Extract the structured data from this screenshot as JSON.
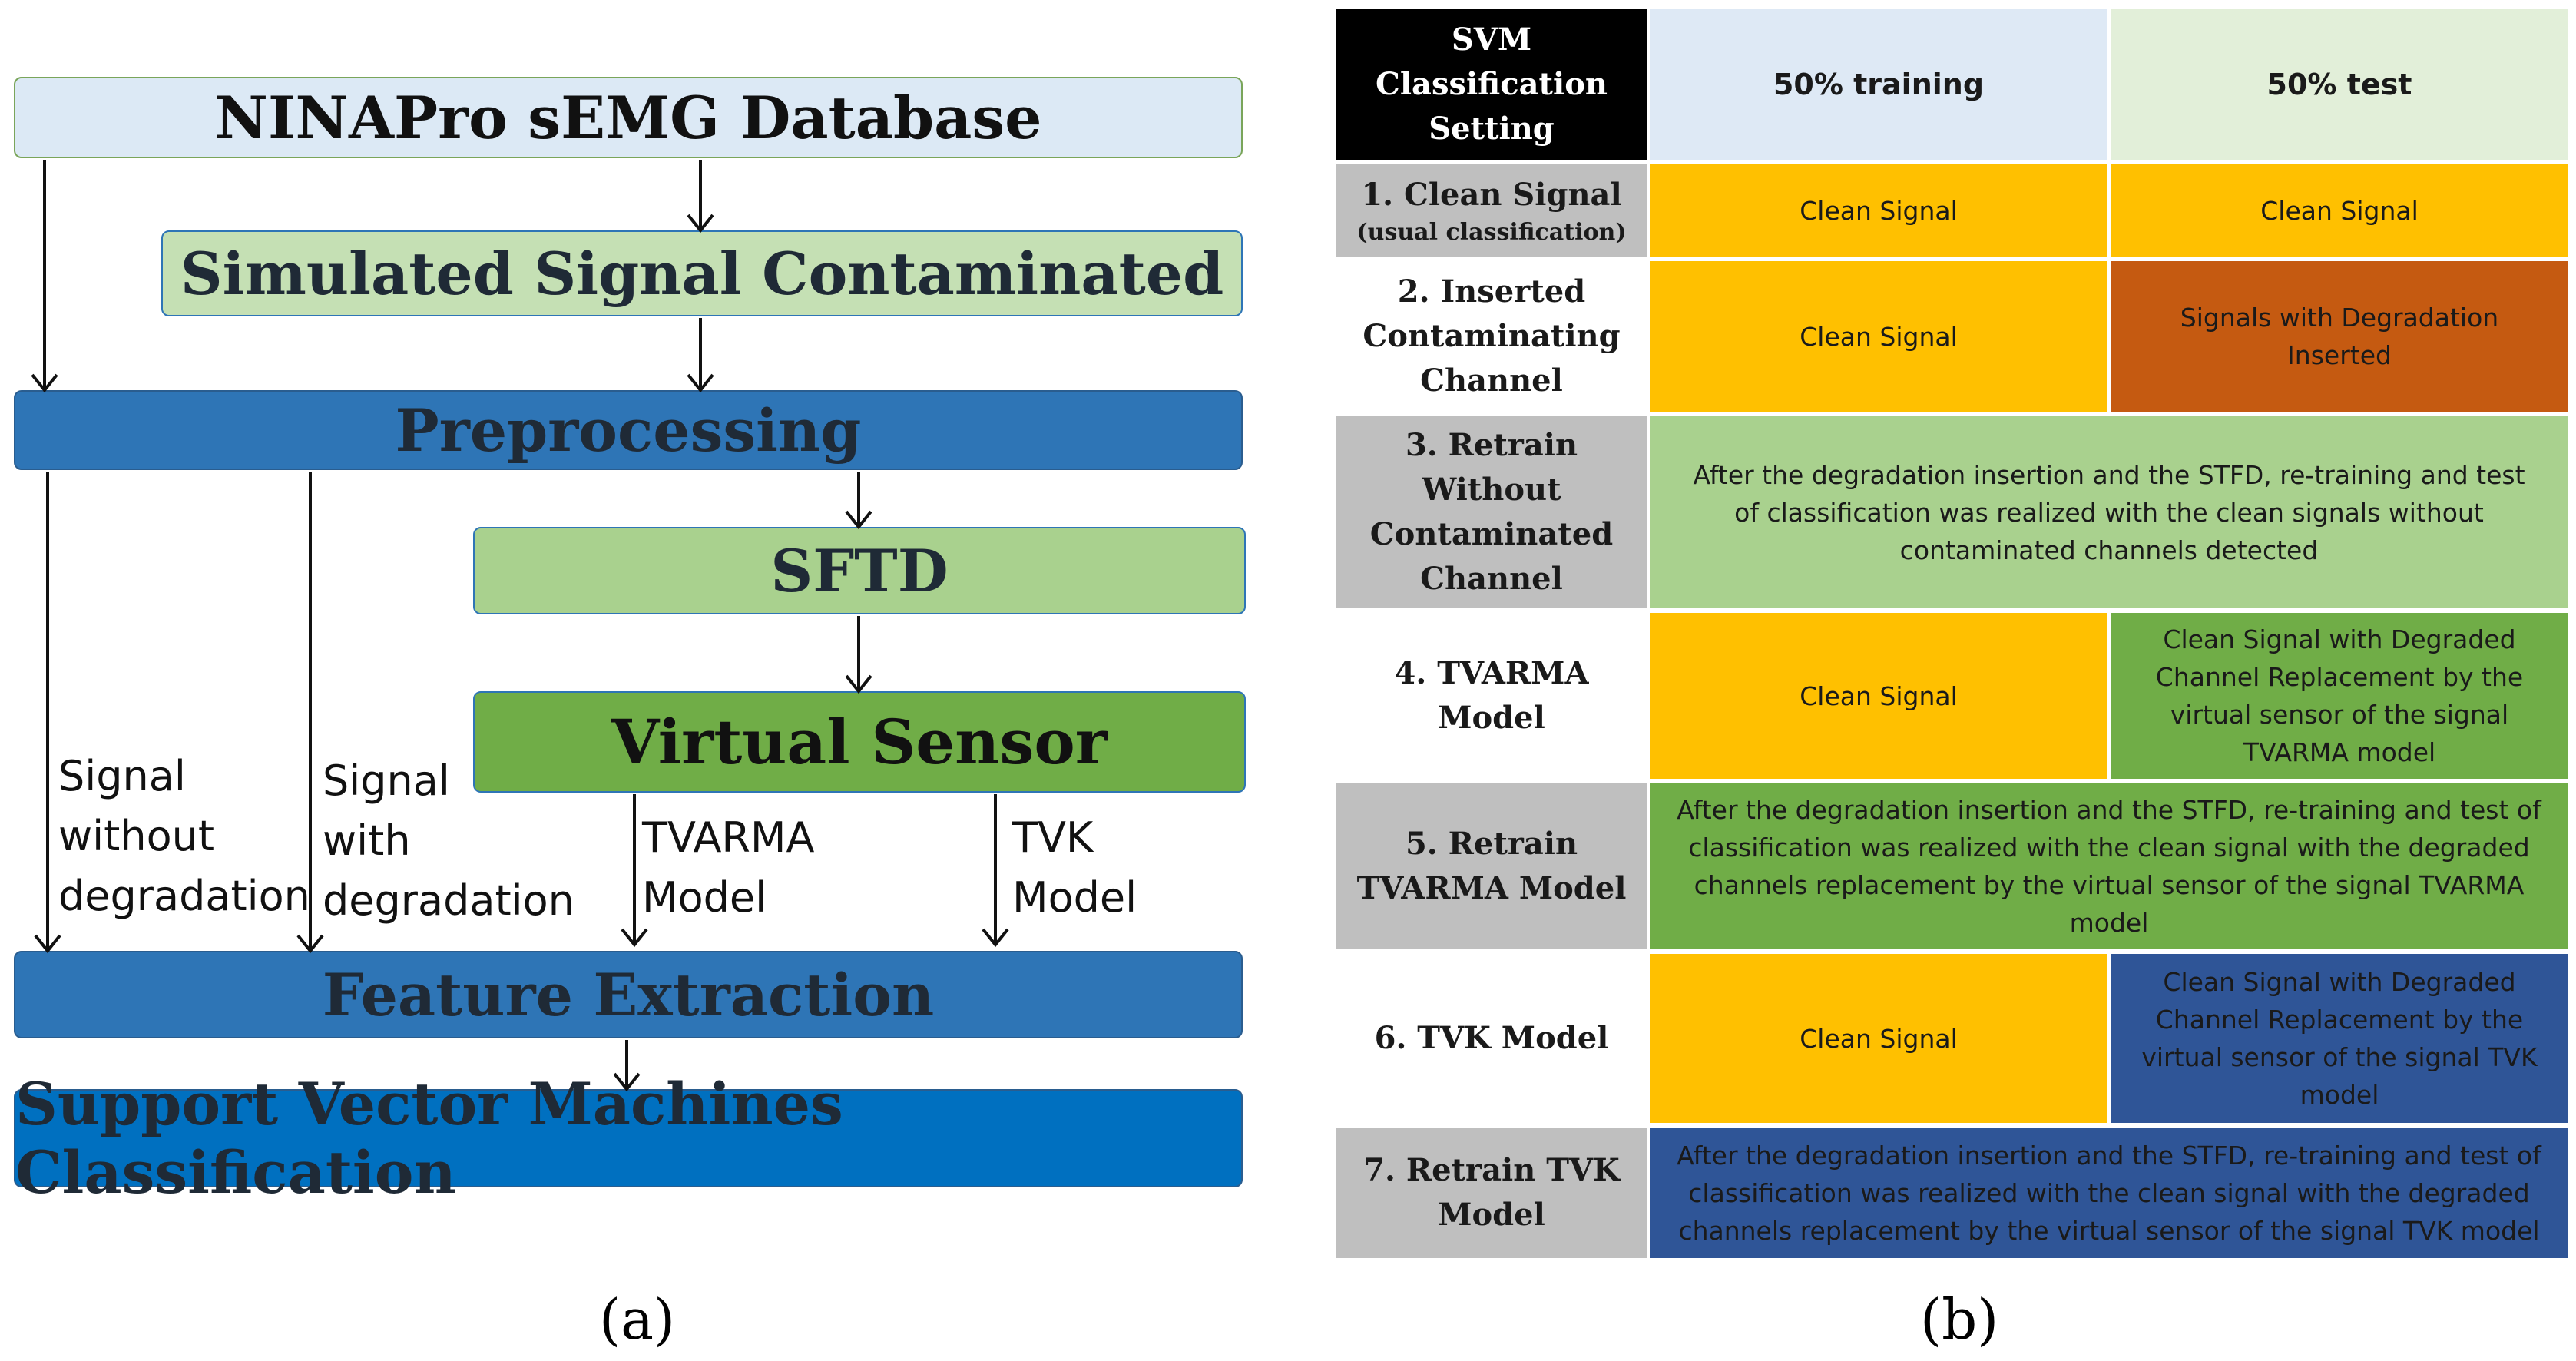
{
  "panel_a": {
    "caption": "(a)",
    "boxes": {
      "database": "NINAPro sEMG Database",
      "simulated": "Simulated Signal Contaminated",
      "preprocessing": "Preprocessing",
      "sftd": "SFTD",
      "virtual_sensor": "Virtual Sensor",
      "feature_extraction": "Feature Extraction",
      "svm": "Support Vector Machines Classification"
    },
    "arrow_labels": {
      "without_degradation": [
        "Signal",
        "without",
        "degradation"
      ],
      "with_degradation": [
        "Signal",
        "with",
        "degradation"
      ],
      "tvarma": [
        "TVARMA",
        "Model"
      ],
      "tvk": [
        "TVK",
        "Model"
      ]
    },
    "colors": {
      "database_fill": "#dce9f5",
      "light_green": "#c5e0b4",
      "sftd_green": "#a9d18e",
      "virtual_green": "#70ad47",
      "blue": "#2e75b6",
      "svm_blue": "#0070c0",
      "dark_text": "#1f2a36"
    }
  },
  "panel_b": {
    "caption": "(b)",
    "header": {
      "setting": [
        "SVM",
        "Classification",
        "Setting"
      ],
      "training": "50% training",
      "test": "50% test"
    },
    "rows": [
      {
        "name": [
          "1. Clean Signal"
        ],
        "sub": "(usual classification)",
        "training": "Clean Signal",
        "test": "Clean Signal"
      },
      {
        "name": [
          "2. Inserted",
          "Contaminating",
          "Channel"
        ],
        "training": "Clean Signal",
        "test": "Signals with Degradation Inserted"
      },
      {
        "name": [
          "3. Retrain",
          "Without",
          "Contaminated",
          "Channel"
        ],
        "merged": "After the degradation insertion and the STFD, re-training and test of classification was realized with the clean signals without contaminated channels detected"
      },
      {
        "name": [
          "4. TVARMA",
          "Model"
        ],
        "training": "Clean Signal",
        "test": "Clean Signal with Degraded Channel Replacement by the virtual sensor of the signal TVARMA model"
      },
      {
        "name": [
          "5. Retrain",
          "TVARMA Model"
        ],
        "merged": "After the degradation insertion and the STFD, re-training and test of classification was realized with the clean signal with the degraded channels replacement by the virtual sensor of the signal TVARMA model"
      },
      {
        "name": [
          "6. TVK Model"
        ],
        "training": "Clean Signal",
        "test": "Clean Signal with Degraded Channel Replacement by the virtual sensor of the signal TVK model"
      },
      {
        "name": [
          "7. Retrain TVK",
          "Model"
        ],
        "merged": "After the degradation insertion and the STFD, re-training and test of classification was realized with the clean signal with the degraded channels replacement by the virtual sensor of the signal TVK model"
      }
    ],
    "colors": {
      "header_black": "#000000",
      "header_training": "#dee9f5",
      "header_test": "#e2efd9",
      "row_gray": "#bfbfbf",
      "row_white": "#ffffff",
      "clean_yellow": "#ffc000",
      "degraded_orange": "#c55a11",
      "retrain_green": "#a9d18e",
      "tvarma_green": "#70ad47",
      "tvk_blue": "#2f5597"
    }
  }
}
